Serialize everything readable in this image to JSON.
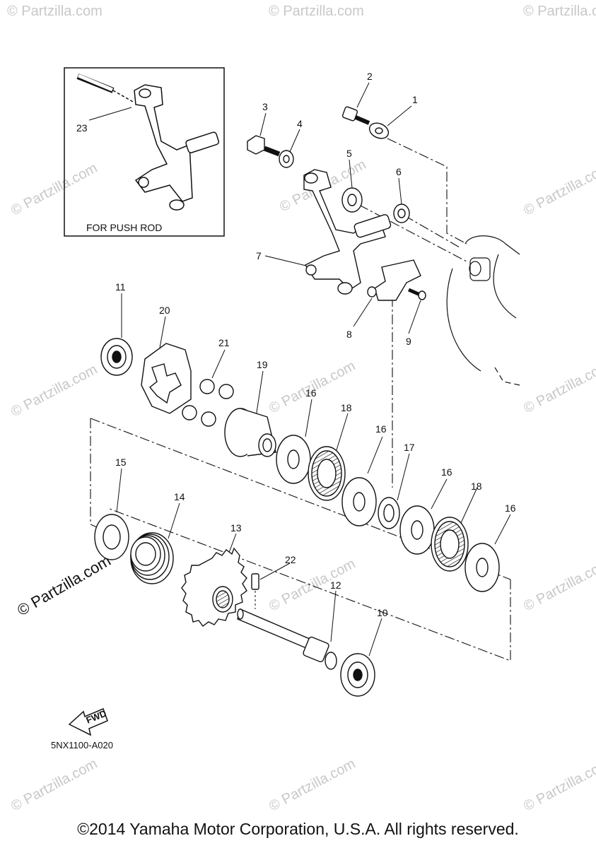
{
  "watermark": "© Partzilla.com",
  "brand_mark": "© Partzilla.com",
  "inset_label": "FOR PUSH ROD",
  "diagram_code": "5NX1100-A020",
  "fwd_label": "FWD",
  "footer": "©2014 Yamaha Motor Corporation, U.S.A. All rights reserved.",
  "callouts": [
    "1",
    "2",
    "3",
    "4",
    "5",
    "6",
    "7",
    "8",
    "9",
    "10",
    "11",
    "12",
    "13",
    "14",
    "15",
    "16",
    "16",
    "16",
    "16",
    "17",
    "18",
    "18",
    "19",
    "20",
    "21",
    "22",
    "23"
  ]
}
